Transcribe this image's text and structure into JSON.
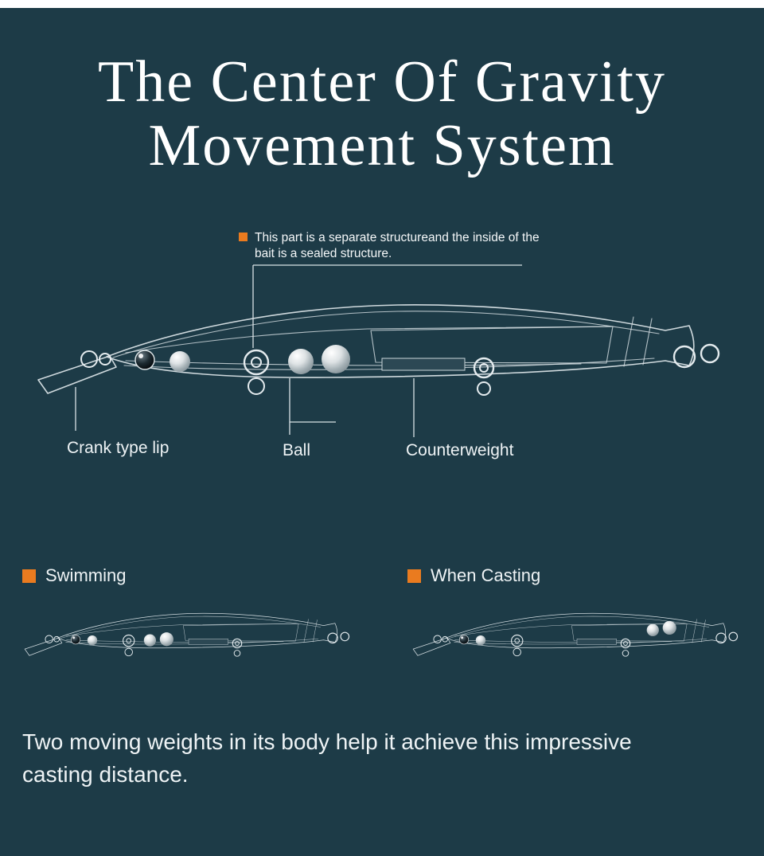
{
  "theme": {
    "background": "#1d3b47",
    "accent": "#ea7b1f",
    "line": "#d9e2e6",
    "text": "#f4f7f8",
    "top_strip": "#ffffff",
    "counterweight_fill": "#2c4854"
  },
  "title": {
    "line1": "The Center Of Gravity",
    "line2": "Movement System"
  },
  "diagram": {
    "annotation_line1": "This part is a separate structureand the inside of the",
    "annotation_line2": "bait is a sealed structure.",
    "labels": {
      "crank_lip": "Crank type lip",
      "ball": "Ball",
      "counterweight": "Counterweight"
    }
  },
  "sections": {
    "swimming_label": "Swimming",
    "casting_label": "When Casting"
  },
  "footer": {
    "line1": "Two moving weights in its body help it achieve this impressive",
    "line2": "casting distance."
  }
}
